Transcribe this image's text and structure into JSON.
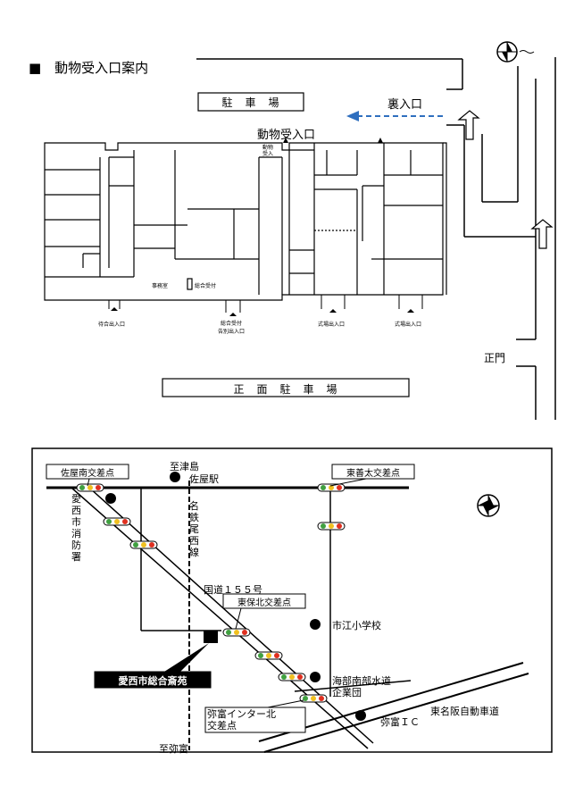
{
  "floor": {
    "title": "■　動物受入口案内",
    "parking_top": "駐　車　場",
    "back_entrance": "裏入口",
    "animal_entrance": "動物受入口",
    "animal_small_1": "動物",
    "animal_small_2": "受入",
    "office": "事務室",
    "reception": "総合受付",
    "waiting_exit": "待合出入口",
    "reception_exit_1": "総合受付",
    "reception_exit_2": "告別出入口",
    "hall_exit_a": "式場出入口",
    "hall_exit_b": "式場出入口",
    "main_gate": "正門",
    "parking_front": "正　面　駐　車　場"
  },
  "map": {
    "sayaminami": "佐屋南交差点",
    "higashizenta": "東善太交差点",
    "to_tsushima": "至津島",
    "saya_station": "佐屋駅",
    "fire_station": [
      "愛",
      "西",
      "市",
      "消",
      "防",
      "署"
    ],
    "meitetsu": [
      "名",
      "鉄",
      "尾",
      "西",
      "線"
    ],
    "route155": "国道１５５号",
    "higashiyasukita": "東保北交差点",
    "ichie_school": "市江小学校",
    "water_1": "海部南部水道",
    "water_2": "企業団",
    "aisai_hall": "愛西市総合斎苑",
    "yatomi_ic_junction_1": "弥富インター北",
    "yatomi_ic_junction_2": "交差点",
    "expressway": "東名阪自動車道",
    "yatomi_ic": "弥富ＩＣ",
    "to_yatomi": "至弥富"
  },
  "colors": {
    "arrow_blue": "#2f6fbf",
    "light_red": "#e03020",
    "light_yellow": "#f0c020",
    "light_green": "#40a040"
  }
}
